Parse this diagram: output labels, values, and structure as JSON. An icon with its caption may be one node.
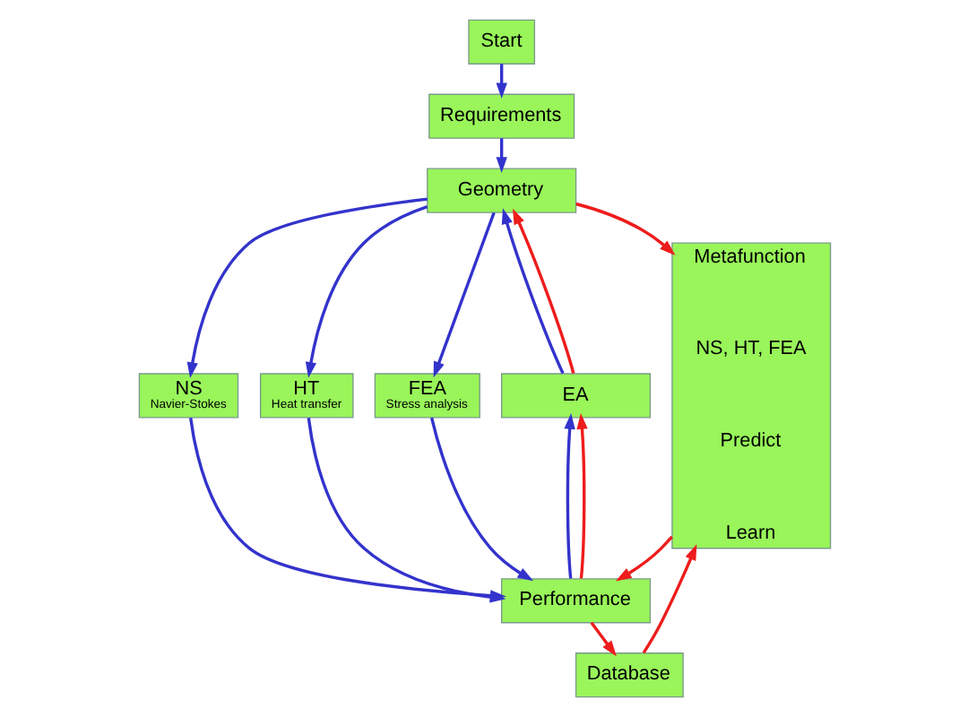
{
  "diagram": {
    "nodes": [
      {
        "text": [
          "Start"
        ]
      },
      {
        "text": [
          "Requirements"
        ]
      },
      {
        "text": [
          "Geometry"
        ]
      },
      {
        "text": [
          "NS",
          "Navier-Stokes"
        ]
      },
      {
        "text": [
          "HT",
          "Heat transfer"
        ]
      },
      {
        "text": [
          "FEA",
          "Stress analysis"
        ]
      },
      {
        "text": [
          "EA"
        ]
      },
      {
        "text": [
          "Performance"
        ]
      },
      {
        "text": [
          "Database"
        ]
      },
      {
        "text": [
          "Metafunction",
          "NS, HT, FEA",
          "Predict",
          "Learn"
        ]
      }
    ],
    "edges": [
      {
        "from": 0,
        "to": 1,
        "arrow": "to"
      },
      {
        "from": 1,
        "to": 2,
        "arrow": "to"
      },
      {
        "from": 2,
        "to": 3,
        "arrow": "to"
      },
      {
        "from": 2,
        "to": 4,
        "arrow": "to"
      },
      {
        "from": 2,
        "to": 5,
        "arrow": "to"
      },
      {
        "from": 3,
        "to": 7,
        "arrow": "to"
      },
      {
        "from": 4,
        "to": 7,
        "arrow": "to"
      },
      {
        "from": 5,
        "to": 7,
        "arrow": "to"
      },
      {
        "from": 7,
        "to": 6,
        "arrow": "to"
      },
      {
        "from": 7,
        "to": 6,
        "arrow": "to",
        "color": "#ee1c1c"
      },
      {
        "from": 6,
        "to": 2,
        "arrow": "to"
      },
      {
        "from": 6,
        "to": 2,
        "arrow": "to",
        "color": "#ee1c1c"
      },
      {
        "from": 2,
        "to": 9,
        "arrow": "to",
        "color": "#ee1c1c"
      },
      {
        "from": 9,
        "to": 7,
        "arrow": "to",
        "color": "#ee1c1c"
      },
      {
        "from": 7,
        "to": 8,
        "arrow": "to",
        "color": "#ee1c1c"
      },
      {
        "from": 8,
        "to": 9,
        "arrow": "to",
        "color": "#ee1c1c"
      }
    ]
  }
}
